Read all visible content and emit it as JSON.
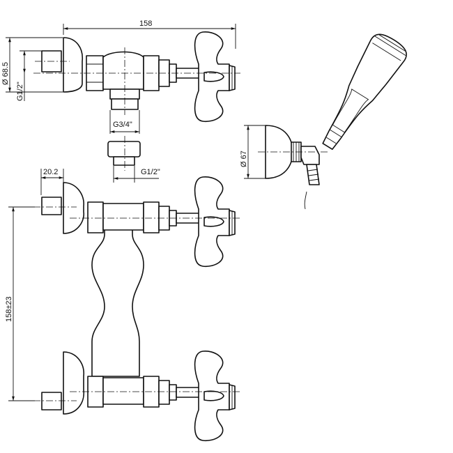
{
  "drawing": {
    "dimensions": {
      "overall_length": "158",
      "escutcheon_diameter": "Ø 68.5",
      "inlet_thread": "G1/2\"",
      "outlet_thread": "G3/4\"",
      "adapter_thread": "G1/2\"",
      "inlet_depth": "20.2",
      "center_distance": "158±23",
      "holder_diameter": "Ø 67"
    },
    "colors": {
      "line": "#111111",
      "background": "#ffffff"
    }
  }
}
